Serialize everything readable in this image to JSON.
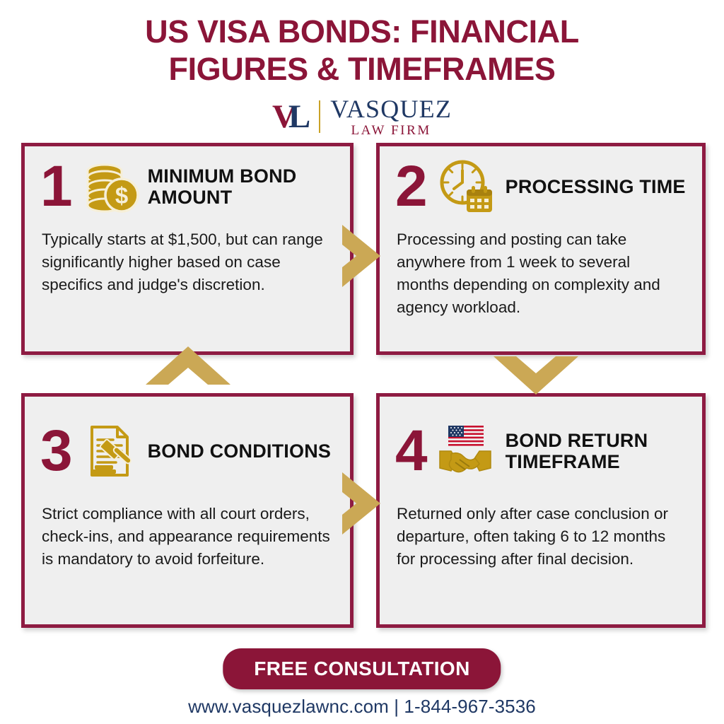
{
  "title": {
    "line1": "US VISA BONDS: FINANCIAL",
    "line2": "FIGURES & TIMEFRAMES"
  },
  "logo": {
    "monogram_v": "V",
    "monogram_l": "L",
    "name": "VASQUEZ",
    "subtitle": "LAW FIRM"
  },
  "cards": [
    {
      "number": "1",
      "icon": "coin-stack-dollar-icon",
      "title": "MINIMUM BOND AMOUNT",
      "body": "Typically starts at $1,500, but can range significantly higher based on case specifics and judge's discretion."
    },
    {
      "number": "2",
      "icon": "clock-calendar-icon",
      "title": "PROCESSING TIME",
      "body": "Processing and posting can take anywhere from 1 week to several months depending on complexity and agency workload."
    },
    {
      "number": "3",
      "icon": "document-gavel-icon",
      "title": "BOND CONDITIONS",
      "body": "Strict compliance with all court orders, check-ins, and appearance requirements is mandatory to avoid forfeiture."
    },
    {
      "number": "4",
      "icon": "flag-handshake-icon",
      "title": "BOND RETURN TIMEFRAME",
      "body": "Returned only after case conclusion or departure, often taking 6 to 12 months for processing after final decision."
    }
  ],
  "connectors": [
    {
      "name": "chevron-right-top-icon",
      "direction": "right"
    },
    {
      "name": "chevron-up-left-icon",
      "direction": "up"
    },
    {
      "name": "chevron-down-right-icon",
      "direction": "down"
    },
    {
      "name": "chevron-right-bottom-icon",
      "direction": "right"
    }
  ],
  "footer": {
    "cta_label": "FREE CONSULTATION",
    "contact": "www.vasquezlawnc.com | 1-844-967-3536"
  },
  "colors": {
    "maroon": "#8B1538",
    "card_border": "#8E1B42",
    "gold": "#C49A15",
    "navy": "#1F3864",
    "card_bg": "#EFEFEF",
    "page_bg": "#FFFFFF",
    "text": "#1A1A1A"
  }
}
